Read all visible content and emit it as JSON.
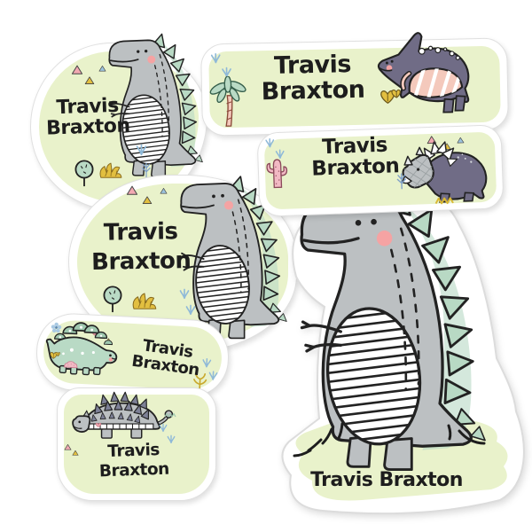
{
  "page": {
    "type": "personalized dinosaur name label sticker sheet",
    "background": "#ffffff"
  },
  "personalization": {
    "first_name": "Travis",
    "last_name": "Braxton",
    "full_name": "Travis Braxton"
  },
  "colors": {
    "sticker_green": "#e9f2cb",
    "dino_gray": "#bcc0c2",
    "dino_mint": "#b8d9c4",
    "dino_purple": "#706c86",
    "belly_pink": "#f4c9bc",
    "cheek_pink": "#f5a3a3",
    "accent_yellow": "#e2bf40",
    "accent_pink": "#f2a9b2",
    "accent_blue": "#9cc3dd",
    "ink": "#1d1d1d"
  },
  "stickers": [
    {
      "id": "round-blob-trex",
      "animal": "tyrannosaurus-rex",
      "line1": "Travis",
      "line2": "Braxton",
      "decorations": [
        "pink-triangle",
        "yellow-triangle",
        "blue-triangle",
        "tree",
        "yellow-bush",
        "blue-footprint",
        "blue-plant"
      ]
    },
    {
      "id": "wide-rect-parasaurolophus",
      "animal": "parasaurolophus",
      "line1": "Travis",
      "line2": "Braxton",
      "decorations": [
        "blue-footprints",
        "palm-tree",
        "yellow-heart-leaves"
      ]
    },
    {
      "id": "rect-triceratops",
      "animal": "triceratops",
      "line1": "Travis",
      "line2": "Braxton",
      "decorations": [
        "blue-footprints",
        "pink-cactus",
        "pink-triangle",
        "yellow-triangle",
        "blue-triangle",
        "blue-plant",
        "yellow-zigzag"
      ]
    },
    {
      "id": "round-blob-trex-large",
      "animal": "tyrannosaurus-rex",
      "line1": "Travis",
      "line2": "Braxton",
      "decorations": [
        "pink-triangle",
        "yellow-triangle",
        "blue-triangle",
        "tree",
        "yellow-bush",
        "blue-footprints"
      ]
    },
    {
      "id": "oval-stegosaurus",
      "animal": "stegosaurus",
      "line1": "Travis",
      "line2": "Braxton",
      "decorations": [
        "blue-flower",
        "pink-heart",
        "pink-triangle",
        "yellow-triangle",
        "yellow-leaf",
        "pink-coral",
        "blue-footprints",
        "yellow-coral"
      ]
    },
    {
      "id": "rounded-ankylosaurus",
      "animal": "ankylosaurus",
      "line1": "Travis",
      "line2": "Braxton",
      "decorations": [
        "pink-triangle",
        "yellow-triangle",
        "blue-footprints",
        "mint-squiggle",
        "pink-heart"
      ]
    },
    {
      "id": "diecut-large-trex",
      "animal": "tyrannosaurus-rex",
      "label": "Travis Braxton",
      "decorations": [
        "grass-tufts",
        "green-grass-patch"
      ]
    }
  ]
}
